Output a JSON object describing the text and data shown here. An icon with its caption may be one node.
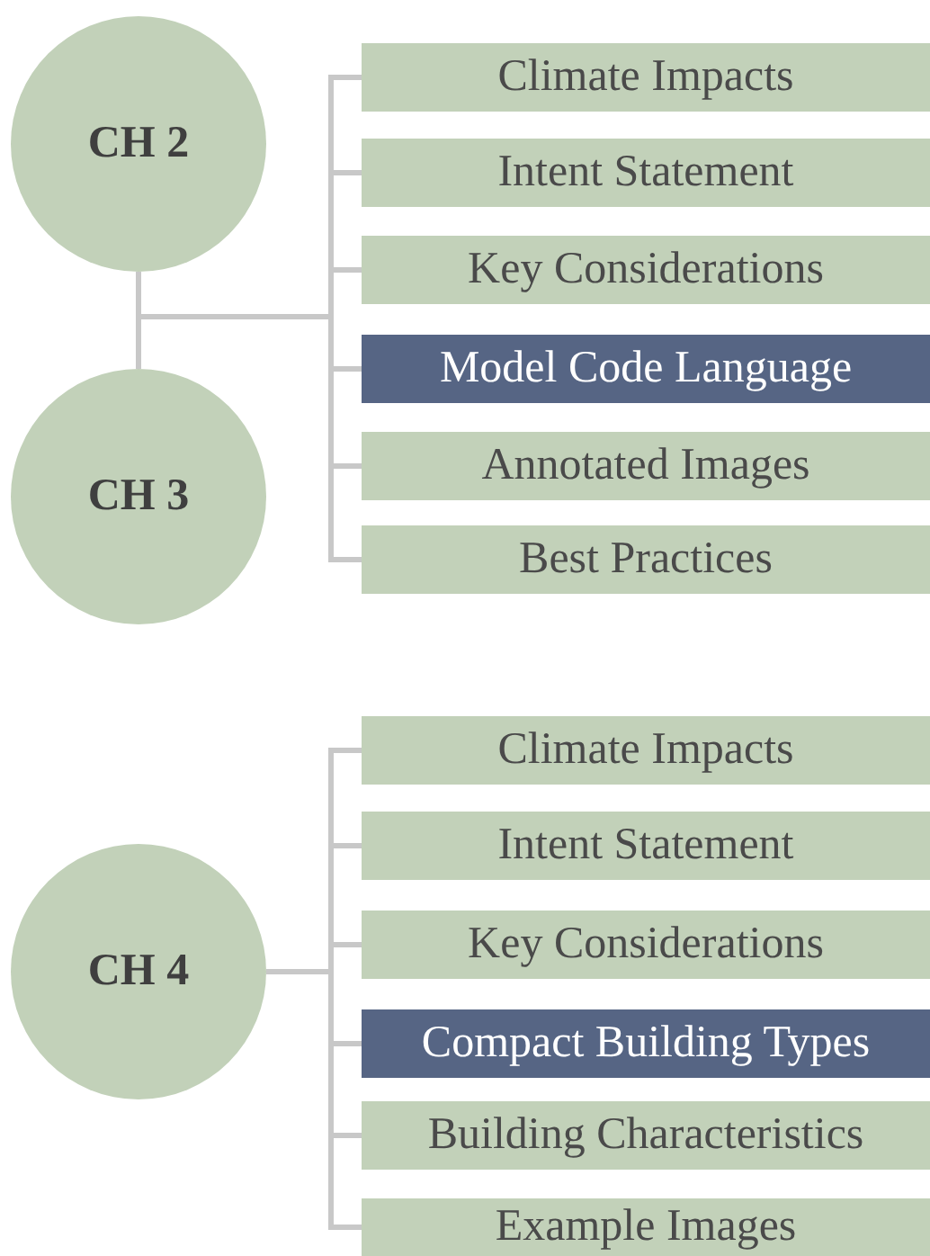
{
  "diagram": {
    "nodes": [
      {
        "text": [
          "CH 2"
        ]
      },
      {
        "text": [
          "CH 3"
        ]
      },
      {
        "text": [
          "Climate Impacts"
        ]
      },
      {
        "text": [
          "Intent Statement"
        ]
      },
      {
        "text": [
          "Key Considerations"
        ]
      },
      {
        "text": [
          "Model Code Language"
        ]
      },
      {
        "text": [
          "Annotated Images"
        ]
      },
      {
        "text": [
          "Best Practices"
        ]
      },
      {
        "text": [
          "CH 4"
        ]
      },
      {
        "text": [
          "Climate Impacts"
        ]
      },
      {
        "text": [
          "Intent Statement"
        ]
      },
      {
        "text": [
          "Key Considerations"
        ]
      },
      {
        "text": [
          "Compact Building Types"
        ]
      },
      {
        "text": [
          "Building Characteristics"
        ]
      },
      {
        "text": [
          "Example Images"
        ]
      }
    ],
    "edges": [
      {
        "from": 0,
        "to": 2,
        "arrow": "none"
      },
      {
        "from": 0,
        "to": 3,
        "arrow": "none"
      },
      {
        "from": 0,
        "to": 4,
        "arrow": "none"
      },
      {
        "from": 0,
        "to": 5,
        "arrow": "none"
      },
      {
        "from": 0,
        "to": 6,
        "arrow": "none"
      },
      {
        "from": 0,
        "to": 7,
        "arrow": "none"
      },
      {
        "from": 1,
        "to": 2,
        "arrow": "none"
      },
      {
        "from": 1,
        "to": 3,
        "arrow": "none"
      },
      {
        "from": 1,
        "to": 4,
        "arrow": "none"
      },
      {
        "from": 1,
        "to": 5,
        "arrow": "none"
      },
      {
        "from": 1,
        "to": 6,
        "arrow": "none"
      },
      {
        "from": 1,
        "to": 7,
        "arrow": "none"
      },
      {
        "from": 8,
        "to": 9,
        "arrow": "none"
      },
      {
        "from": 8,
        "to": 10,
        "arrow": "none"
      },
      {
        "from": 8,
        "to": 11,
        "arrow": "none"
      },
      {
        "from": 8,
        "to": 12,
        "arrow": "none"
      },
      {
        "from": 8,
        "to": 13,
        "arrow": "none"
      },
      {
        "from": 8,
        "to": 14,
        "arrow": "none"
      }
    ]
  }
}
